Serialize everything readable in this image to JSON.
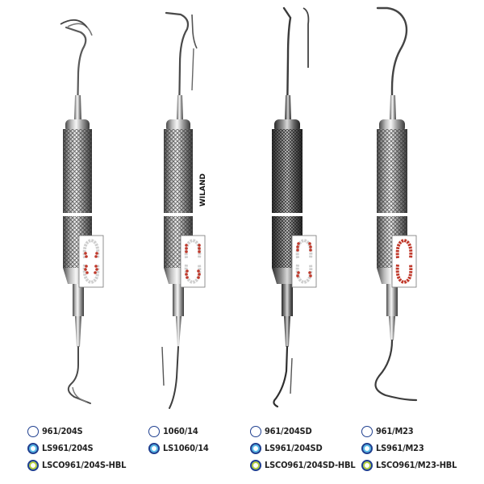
{
  "brand_mark": "WILAND",
  "instruments": [
    {
      "codes": [
        "961/204S",
        "LS961/204S",
        "LSCO961/204S-HBL"
      ]
    },
    {
      "codes": [
        "1060/14",
        "LS1060/14"
      ]
    },
    {
      "codes": [
        "961/204SD",
        "LS961/204SD",
        "LSCO961/204SD-HBL"
      ]
    },
    {
      "codes": [
        "961/M23",
        "LS961/M23",
        "LSCO961/M23-HBL"
      ]
    }
  ],
  "colors": {
    "steel_light": "#f4f4f4",
    "steel_dark": "#3a3a3a",
    "tooth_mark": "#c0392b",
    "ring_navy": "#1f3f8f",
    "ring_ls": "#54b9e8",
    "ring_lsco": "#b3cf3a"
  }
}
